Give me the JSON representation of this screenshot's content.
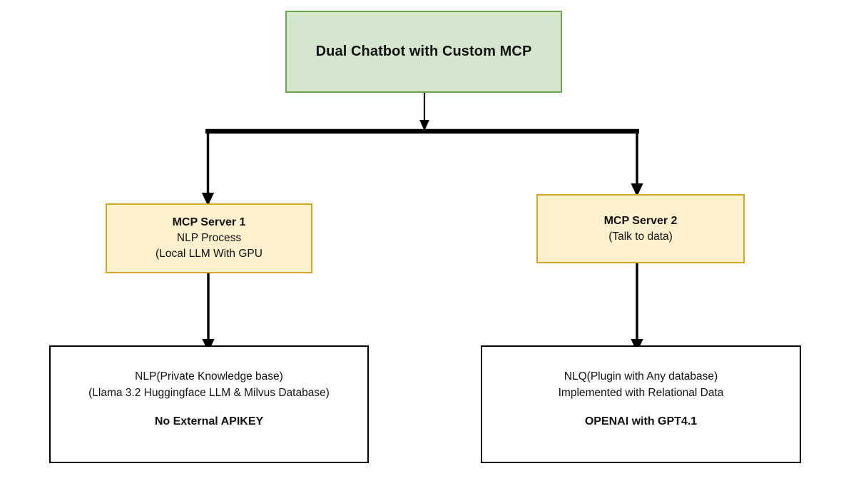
{
  "diagram": {
    "title": "Dual Chatbot with Custom MCP",
    "root": {
      "label": "Dual Chatbot with Custom MCP"
    },
    "branches": [
      {
        "server": {
          "name": "MCP Server 1",
          "subtitle": "NLP Process",
          "detail": "(Local LLM With GPU"
        },
        "detail": {
          "line1": "NLP(Private Knowledge base)",
          "line2": "(Llama 3.2 Huggingface LLM & Milvus Database)",
          "highlight": "No External APIKEY"
        }
      },
      {
        "server": {
          "name": "MCP Server 2",
          "subtitle": "(Talk to data)",
          "detail": ""
        },
        "detail": {
          "line1": "NLQ(Plugin with Any database)",
          "line2": "Implemented with Relational Data",
          "highlight": "OPENAI with GPT4.1"
        }
      }
    ],
    "colors": {
      "root_fill": "#d6e5cd",
      "root_border": "#6aa84f",
      "server_fill": "#fdf0cd",
      "server_border": "#d4a827",
      "detail_fill": "#ffffff",
      "detail_border": "#000000",
      "connector": "#000000",
      "background": "#ffffff"
    },
    "connectors": [
      {
        "name": "root-to-bus",
        "from": "root",
        "to": "distribution-bar"
      },
      {
        "name": "bus-to-server1",
        "from": "distribution-bar",
        "to": "MCP Server 1"
      },
      {
        "name": "bus-to-server2",
        "from": "distribution-bar",
        "to": "MCP Server 2"
      },
      {
        "name": "server1-to-detail1",
        "from": "MCP Server 1",
        "to": "NLP(Private Knowledge base)"
      },
      {
        "name": "server2-to-detail2",
        "from": "MCP Server 2",
        "to": "NLQ(Plugin with Any database)"
      }
    ]
  }
}
